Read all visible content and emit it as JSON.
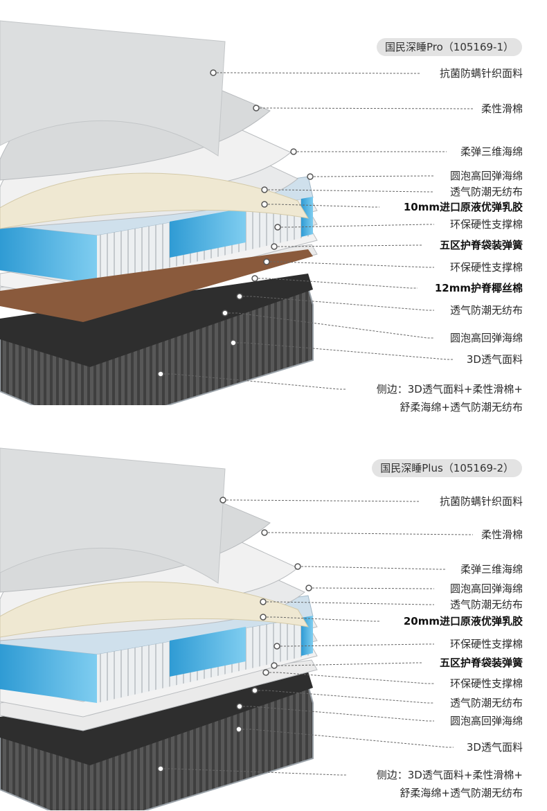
{
  "panels": [
    {
      "title": "国民深睡Pro（105169-1）",
      "layers": [
        {
          "text": "抗菌防螨针织面料",
          "bold": false
        },
        {
          "text": "柔性滑棉",
          "bold": false
        },
        {
          "text": "柔弹三维海绵",
          "bold": false
        },
        {
          "text": "圆泡高回弹海绵",
          "bold": false
        },
        {
          "text": "透气防潮无纺布",
          "bold": false
        },
        {
          "text": "10mm进口原液优弹乳胶",
          "bold": true
        },
        {
          "text": "环保硬性支撑棉",
          "bold": false
        },
        {
          "text": "五区护脊袋装弹簧",
          "bold": true
        },
        {
          "text": "环保硬性支撑棉",
          "bold": false
        },
        {
          "text": "12mm护脊椰丝棉",
          "bold": true
        },
        {
          "text": "透气防潮无纺布",
          "bold": false
        },
        {
          "text": "圆泡高回弹海绵",
          "bold": false
        },
        {
          "text": "3D透气面料",
          "bold": false
        },
        {
          "text": "侧边：3D透气面料+柔性滑棉+",
          "bold": false
        }
      ],
      "side_line2": "舒柔海绵+透气防潮无纺布"
    },
    {
      "title": "国民深睡Plus（105169-2）",
      "layers": [
        {
          "text": "抗菌防螨针织面料",
          "bold": false
        },
        {
          "text": "柔性滑棉",
          "bold": false
        },
        {
          "text": "柔弹三维海绵",
          "bold": false
        },
        {
          "text": "圆泡高回弹海绵",
          "bold": false
        },
        {
          "text": "透气防潮无纺布",
          "bold": false
        },
        {
          "text": "20mm进口原液优弹乳胶",
          "bold": true
        },
        {
          "text": "环保硬性支撑棉",
          "bold": false
        },
        {
          "text": "五区护脊袋装弹簧",
          "bold": true
        },
        {
          "text": "环保硬性支撑棉",
          "bold": false
        },
        {
          "text": "透气防潮无纺布",
          "bold": false
        },
        {
          "text": "圆泡高回弹海绵",
          "bold": false
        },
        {
          "text": "3D透气面料",
          "bold": false
        },
        {
          "text": "侧边：3D透气面料+柔性滑棉+",
          "bold": false
        }
      ],
      "side_line2": "舒柔海绵+透气防潮无纺布"
    }
  ],
  "colors": {
    "pill_bg": "#e3e3e3",
    "spring_blue": "#3aa8dc",
    "coir_brown": "#8a5a3c",
    "base_dark": "#4a4a4a",
    "leader": "#666666"
  }
}
